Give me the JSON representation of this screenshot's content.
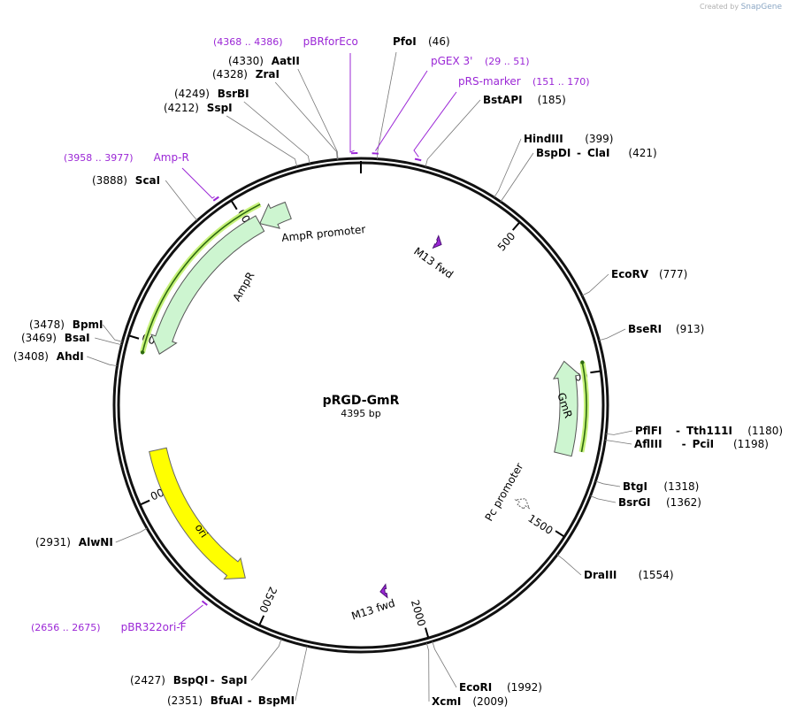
{
  "brand": {
    "created_by": "Created by",
    "name": "SnapGene"
  },
  "plasmid": {
    "name": "pRGD-GmR",
    "length_label": "4395 bp",
    "length": 4395
  },
  "ticks": [
    "500",
    "1000",
    "1500",
    "2000",
    "2500",
    "3000",
    "3500",
    "4000"
  ],
  "features": [
    {
      "name": "AmpR promoter",
      "start": 4145,
      "end": 4040,
      "color": "#cdf5d0"
    },
    {
      "name": "AmpR",
      "start": 4040,
      "end": 3470,
      "color": "#cdf5d0"
    },
    {
      "name": "GmR",
      "start": 1265,
      "end": 950,
      "color": "#cdf5d0"
    },
    {
      "name": "Pc promoter",
      "start": 1495,
      "end": 1460,
      "color": "#ffffff"
    },
    {
      "name": "ori",
      "start": 3145,
      "end": 2610,
      "color": "#ffff00"
    },
    {
      "name": "M13 fwd",
      "start": 305,
      "end": 325,
      "color": "#9b27d6"
    },
    {
      "name": "M13 fwd",
      "start": 2108,
      "end": 2125,
      "color": "#9b27d6"
    }
  ],
  "enzymes": [
    {
      "names": [
        "PfoI"
      ],
      "pos_label": "(46)"
    },
    {
      "names": [
        "BstAPI"
      ],
      "pos_label": "(185)"
    },
    {
      "names": [
        "HindIII"
      ],
      "pos_label": "(399)"
    },
    {
      "names": [
        "BspDI",
        "ClaI"
      ],
      "pos_label": "(421)"
    },
    {
      "names": [
        "EcoRV"
      ],
      "pos_label": "(777)"
    },
    {
      "names": [
        "BseRI"
      ],
      "pos_label": "(913)"
    },
    {
      "names": [
        "PflFI",
        "Tth111I"
      ],
      "pos_label": "(1180)"
    },
    {
      "names": [
        "AflIII",
        "PciI"
      ],
      "pos_label": "(1198)"
    },
    {
      "names": [
        "BtgI"
      ],
      "pos_label": "(1318)"
    },
    {
      "names": [
        "BsrGI"
      ],
      "pos_label": "(1362)"
    },
    {
      "names": [
        "DraIII"
      ],
      "pos_label": "(1554)"
    },
    {
      "names": [
        "EcoRI"
      ],
      "pos_label": "(1992)"
    },
    {
      "names": [
        "XcmI"
      ],
      "pos_label": "(2009)"
    },
    {
      "names": [
        "BspQI",
        "SapI"
      ],
      "pos_label": "(2427)"
    },
    {
      "names": [
        "BfuAI",
        "BspMI"
      ],
      "pos_label": "(2351)"
    },
    {
      "names": [
        "AlwNI"
      ],
      "pos_label": "(2931)"
    },
    {
      "names": [
        "AhdI"
      ],
      "pos_label": "(3408)"
    },
    {
      "names": [
        "BsaI"
      ],
      "pos_label": "(3469)"
    },
    {
      "names": [
        "BpmI"
      ],
      "pos_label": "(3478)"
    },
    {
      "names": [
        "ScaI"
      ],
      "pos_label": "(3888)"
    },
    {
      "names": [
        "SspI"
      ],
      "pos_label": "(4212)"
    },
    {
      "names": [
        "BsrBI"
      ],
      "pos_label": "(4249)"
    },
    {
      "names": [
        "ZraI"
      ],
      "pos_label": "(4328)"
    },
    {
      "names": [
        "AatII"
      ],
      "pos_label": "(4330)"
    }
  ],
  "primers": [
    {
      "name": "pBRforEco",
      "range": "(4368 .. 4386)"
    },
    {
      "name": "pGEX 3'",
      "range": "(29 .. 51)"
    },
    {
      "name": "pRS-marker",
      "range": "(151 .. 170)"
    },
    {
      "name": "Amp-R",
      "range": "(3958 .. 3977)"
    },
    {
      "name": "pBR322ori-F",
      "range": "(2656 .. 2675)"
    }
  ]
}
